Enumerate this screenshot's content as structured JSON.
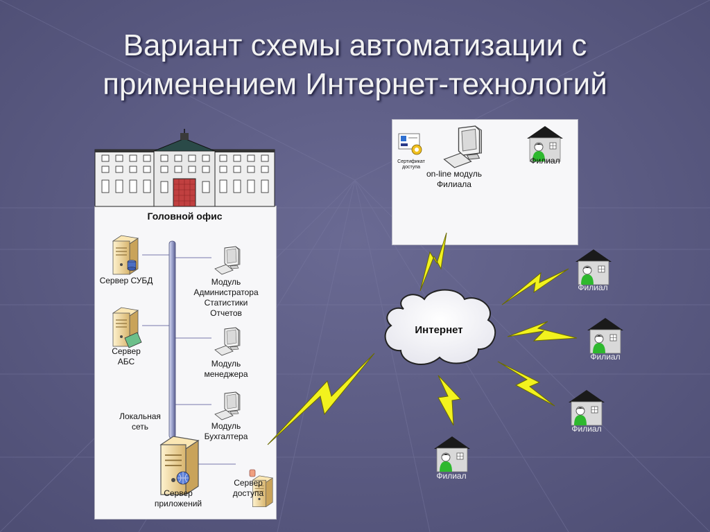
{
  "slide": {
    "title_line1": "Вариант схемы автоматизации с",
    "title_line2": "применением Интернет-технологий"
  },
  "head_office": {
    "title": "Головной офис",
    "db_server": "Сервер СУБД",
    "abs_server_l1": "Сервер",
    "abs_server_l2": "АБС",
    "lan_l1": "Локальная",
    "lan_l2": "сеть",
    "app_server_l1": "Сервер",
    "app_server_l2": "приложений",
    "access_server_l1": "Сервер",
    "access_server_l2": "доступа",
    "admin_module": [
      "Модуль",
      "Администратора",
      "Статистики",
      "Отчетов"
    ],
    "manager_module_l1": "Модуль",
    "manager_module_l2": "менеджера",
    "accounting_module_l1": "Модуль",
    "accounting_module_l2": "Бухгалтера"
  },
  "internet": {
    "label": "Интернет"
  },
  "online_branch": {
    "certificate_l1": "Сертификат",
    "certificate_l2": "доступа",
    "module_l1": "on-line модуль",
    "module_l2": "Филиала",
    "branch_label": "Филиал"
  },
  "branches": [
    "Филиал",
    "Филиал",
    "Филиал",
    "Филиал"
  ],
  "colors": {
    "background": "#5d5d86",
    "lightning": "#f2f21e",
    "person": "#2eb82e",
    "roof": "#1a1a1a"
  }
}
